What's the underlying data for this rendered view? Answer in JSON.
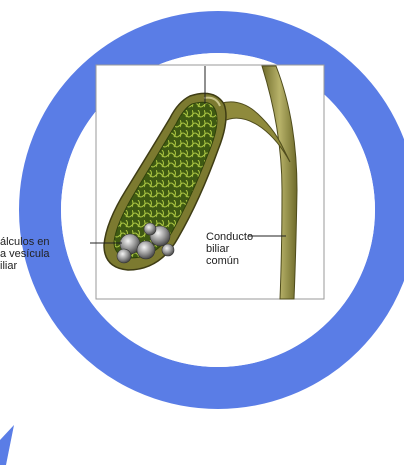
{
  "illustration": {
    "ring_color": "#5a7de6",
    "labels": {
      "gallstones": [
        "álculos en",
        "a vesícula",
        "iliar"
      ],
      "common_bile_duct": [
        "Conducto",
        "biliar",
        "común"
      ]
    }
  }
}
